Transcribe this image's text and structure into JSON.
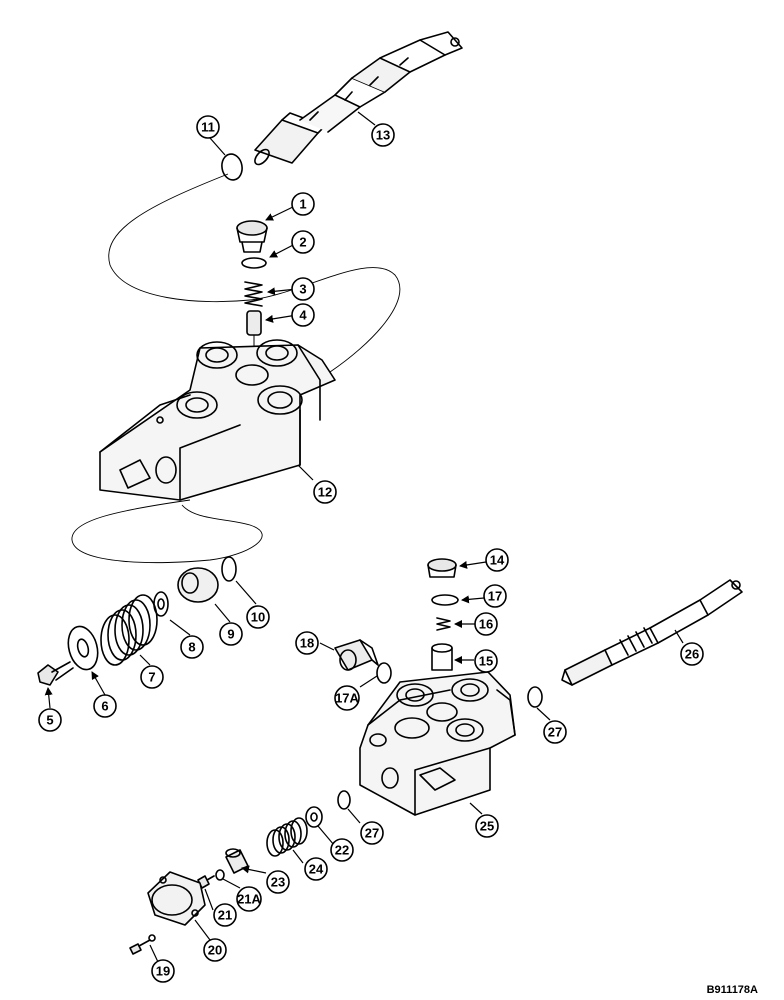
{
  "diagram": {
    "reference_code": "B911178A",
    "callouts": [
      {
        "id": "1",
        "label": "1"
      },
      {
        "id": "2",
        "label": "2"
      },
      {
        "id": "3",
        "label": "3"
      },
      {
        "id": "4",
        "label": "4"
      },
      {
        "id": "5",
        "label": "5"
      },
      {
        "id": "6",
        "label": "6"
      },
      {
        "id": "7",
        "label": "7"
      },
      {
        "id": "8",
        "label": "8"
      },
      {
        "id": "9",
        "label": "9"
      },
      {
        "id": "10",
        "label": "10"
      },
      {
        "id": "11",
        "label": "11"
      },
      {
        "id": "12",
        "label": "12"
      },
      {
        "id": "13",
        "label": "13"
      },
      {
        "id": "14",
        "label": "14"
      },
      {
        "id": "15",
        "label": "15"
      },
      {
        "id": "16",
        "label": "16"
      },
      {
        "id": "17",
        "label": "17"
      },
      {
        "id": "17A",
        "label": "17A"
      },
      {
        "id": "18",
        "label": "18"
      },
      {
        "id": "19",
        "label": "19"
      },
      {
        "id": "20",
        "label": "20"
      },
      {
        "id": "21",
        "label": "21"
      },
      {
        "id": "21A",
        "label": "21A"
      },
      {
        "id": "22",
        "label": "22"
      },
      {
        "id": "23",
        "label": "23"
      },
      {
        "id": "24",
        "label": "24"
      },
      {
        "id": "25",
        "label": "25"
      },
      {
        "id": "26",
        "label": "26"
      },
      {
        "id": "27a",
        "label": "27"
      },
      {
        "id": "27b",
        "label": "27"
      }
    ]
  }
}
